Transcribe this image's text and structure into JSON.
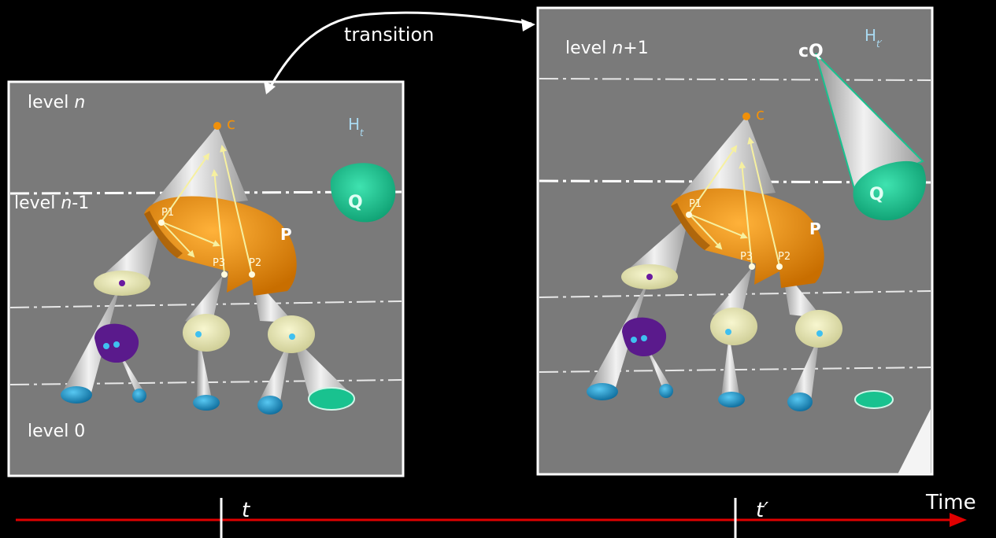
{
  "transition_label": "transition",
  "time_label": "Time",
  "time_marks": [
    "t",
    "t′"
  ],
  "left_panel": {
    "level_top": "level ",
    "level_top_var": "n",
    "level_mid": "level ",
    "level_mid_var": "n",
    "level_mid_suffix": "-1",
    "level_bottom": "level  0",
    "hier_label": "H",
    "hier_sub": "t",
    "node_c": "c",
    "node_q": "Q",
    "node_p": "P",
    "p1": "P1",
    "p2": "P2",
    "p3": "P3"
  },
  "right_panel": {
    "level_top": "level ",
    "level_top_var": "n",
    "level_top_suffix": "+1",
    "hier_label": "H",
    "hier_sub": "t′",
    "node_cq": "cQ",
    "node_c": "c",
    "node_q": "Q",
    "node_p": "P",
    "p1": "P1",
    "p2": "P2",
    "p3": "P3"
  },
  "colors": {
    "background": "#000000",
    "panel_fill": "#7a7a7a",
    "panel_border": "#ffffff",
    "timeline": "#e00000",
    "orange_cluster": "#f0900a",
    "teal_node": "#19c28f",
    "purple_node": "#5a1a8c",
    "blue_node": "#1a9bd0",
    "cream_node": "#ecebb0"
  }
}
